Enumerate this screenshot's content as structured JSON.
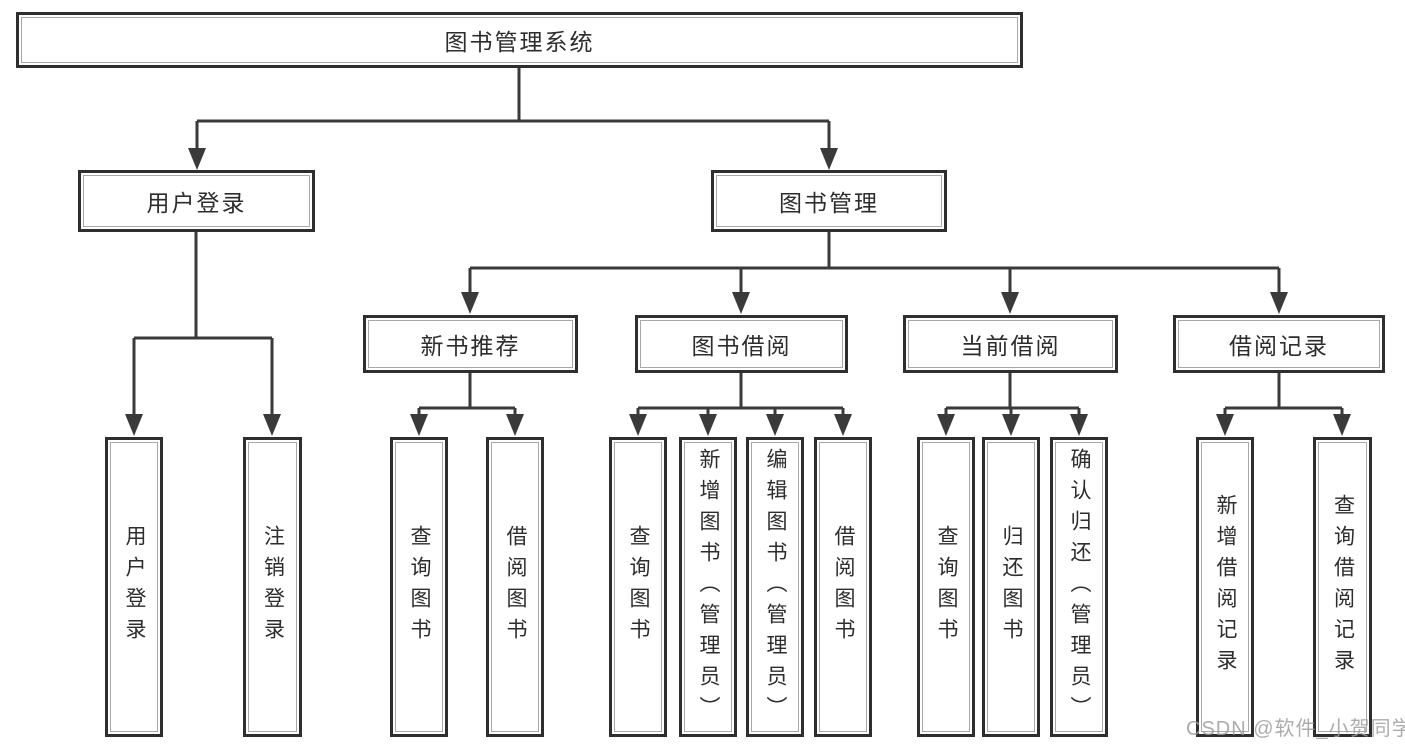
{
  "diagram": {
    "root": {
      "label": "图书管理系统"
    },
    "branches": [
      {
        "label": "用户登录",
        "children": [
          {
            "label": "用户登录"
          },
          {
            "label": "注销登录"
          }
        ]
      },
      {
        "label": "图书管理",
        "children": [
          {
            "label": "新书推荐",
            "children": [
              {
                "label": "查询图书"
              },
              {
                "label": "借阅图书"
              }
            ]
          },
          {
            "label": "图书借阅",
            "children": [
              {
                "label": "查询图书"
              },
              {
                "label": "新增图书（管理员）"
              },
              {
                "label": "编辑图书（管理员）"
              },
              {
                "label": "借阅图书"
              }
            ]
          },
          {
            "label": "当前借阅",
            "children": [
              {
                "label": "查询图书"
              },
              {
                "label": "归还图书"
              },
              {
                "label": "确认归还（管理员）"
              }
            ]
          },
          {
            "label": "借阅记录",
            "children": [
              {
                "label": "新增借阅记录"
              },
              {
                "label": "查询借阅记录"
              }
            ]
          }
        ]
      }
    ]
  },
  "watermark": "CSDN @软件_小贺同学",
  "colors": {
    "line": "#3a3a3a",
    "box_border": "#2e2e2e",
    "text": "#2d2d2d",
    "watermark": "#9e9e9e",
    "background": "#ffffff"
  }
}
